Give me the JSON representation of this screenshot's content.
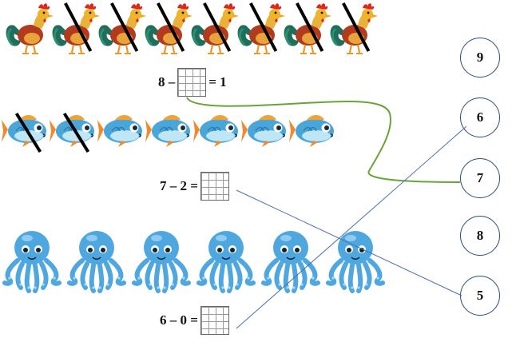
{
  "rooster_row": {
    "count": 8,
    "crossed_count": 7,
    "icon": "rooster-icon"
  },
  "fish_row": {
    "count": 7,
    "crossed_count": 2,
    "icon": "fish-icon"
  },
  "octopus_row": {
    "count": 6,
    "crossed_count": 0,
    "icon": "octopus-icon"
  },
  "equations": [
    {
      "left": "8 –",
      "right": "= 1"
    },
    {
      "left": "7 – 2 =",
      "right": ""
    },
    {
      "left": "6 – 0 =",
      "right": ""
    }
  ],
  "answers": [
    "9",
    "6",
    "7",
    "8",
    "5"
  ],
  "colors": {
    "match_line_green": "#6aa437",
    "match_line_blue": "#4a6fb5",
    "circle_border": "#2a4d7a",
    "cross_mark": "#000000"
  }
}
